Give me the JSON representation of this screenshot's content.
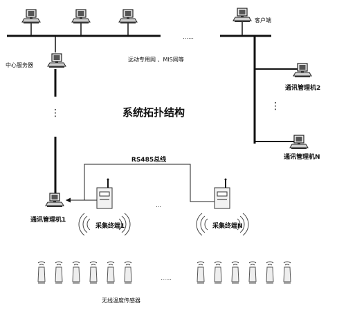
{
  "labels": {
    "client_end": "客户端",
    "central_server": "中心服务器",
    "remote_network": "远动专用网 、MIS网等",
    "title": "系统拓扑结构",
    "comm_manager_2": "通讯管理机2",
    "comm_manager_n": "通讯管理机N",
    "rs485_bus": "RS485总线",
    "comm_manager_1": "通讯管理机1",
    "collector_1": "采集终端1",
    "collector_n": "采集终端N",
    "sensors": "无线温度传感器",
    "ellipsis": "……",
    "ellipsis_short": "…",
    "vdots": "⋮"
  }
}
